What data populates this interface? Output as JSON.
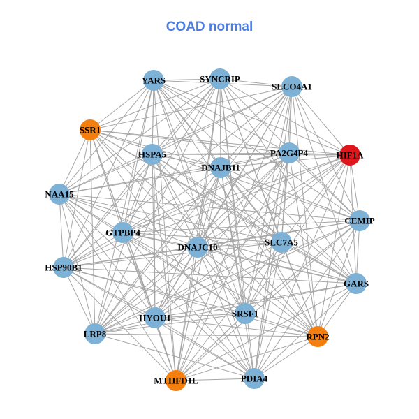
{
  "title": "COAD normal",
  "colors": {
    "title": "#4d7de0",
    "edge": "#a6a6a6",
    "normal": "#7eb1d6",
    "highlight": "#f57f0e",
    "hub": "#e0161d"
  },
  "nodes": [
    {
      "id": "YARS",
      "type": "normal"
    },
    {
      "id": "SYNCRIP",
      "type": "normal"
    },
    {
      "id": "SLCO4A1",
      "type": "normal"
    },
    {
      "id": "SSR1",
      "type": "highlight"
    },
    {
      "id": "HSPA5",
      "type": "normal"
    },
    {
      "id": "PA2G4P4",
      "type": "normal"
    },
    {
      "id": "HIF1A",
      "type": "hub"
    },
    {
      "id": "DNAJB11",
      "type": "normal"
    },
    {
      "id": "NAA15",
      "type": "normal"
    },
    {
      "id": "CEMIP",
      "type": "normal"
    },
    {
      "id": "GTPBP4",
      "type": "normal"
    },
    {
      "id": "DNAJC10",
      "type": "normal"
    },
    {
      "id": "SLC7A5",
      "type": "normal"
    },
    {
      "id": "HSP90B1",
      "type": "normal"
    },
    {
      "id": "GARS",
      "type": "normal"
    },
    {
      "id": "SRSF1",
      "type": "normal"
    },
    {
      "id": "HYOU1",
      "type": "normal"
    },
    {
      "id": "LRP8",
      "type": "normal"
    },
    {
      "id": "RPN2",
      "type": "highlight"
    },
    {
      "id": "MTHFD1L",
      "type": "highlight"
    },
    {
      "id": "PDIA4",
      "type": "normal"
    }
  ]
}
